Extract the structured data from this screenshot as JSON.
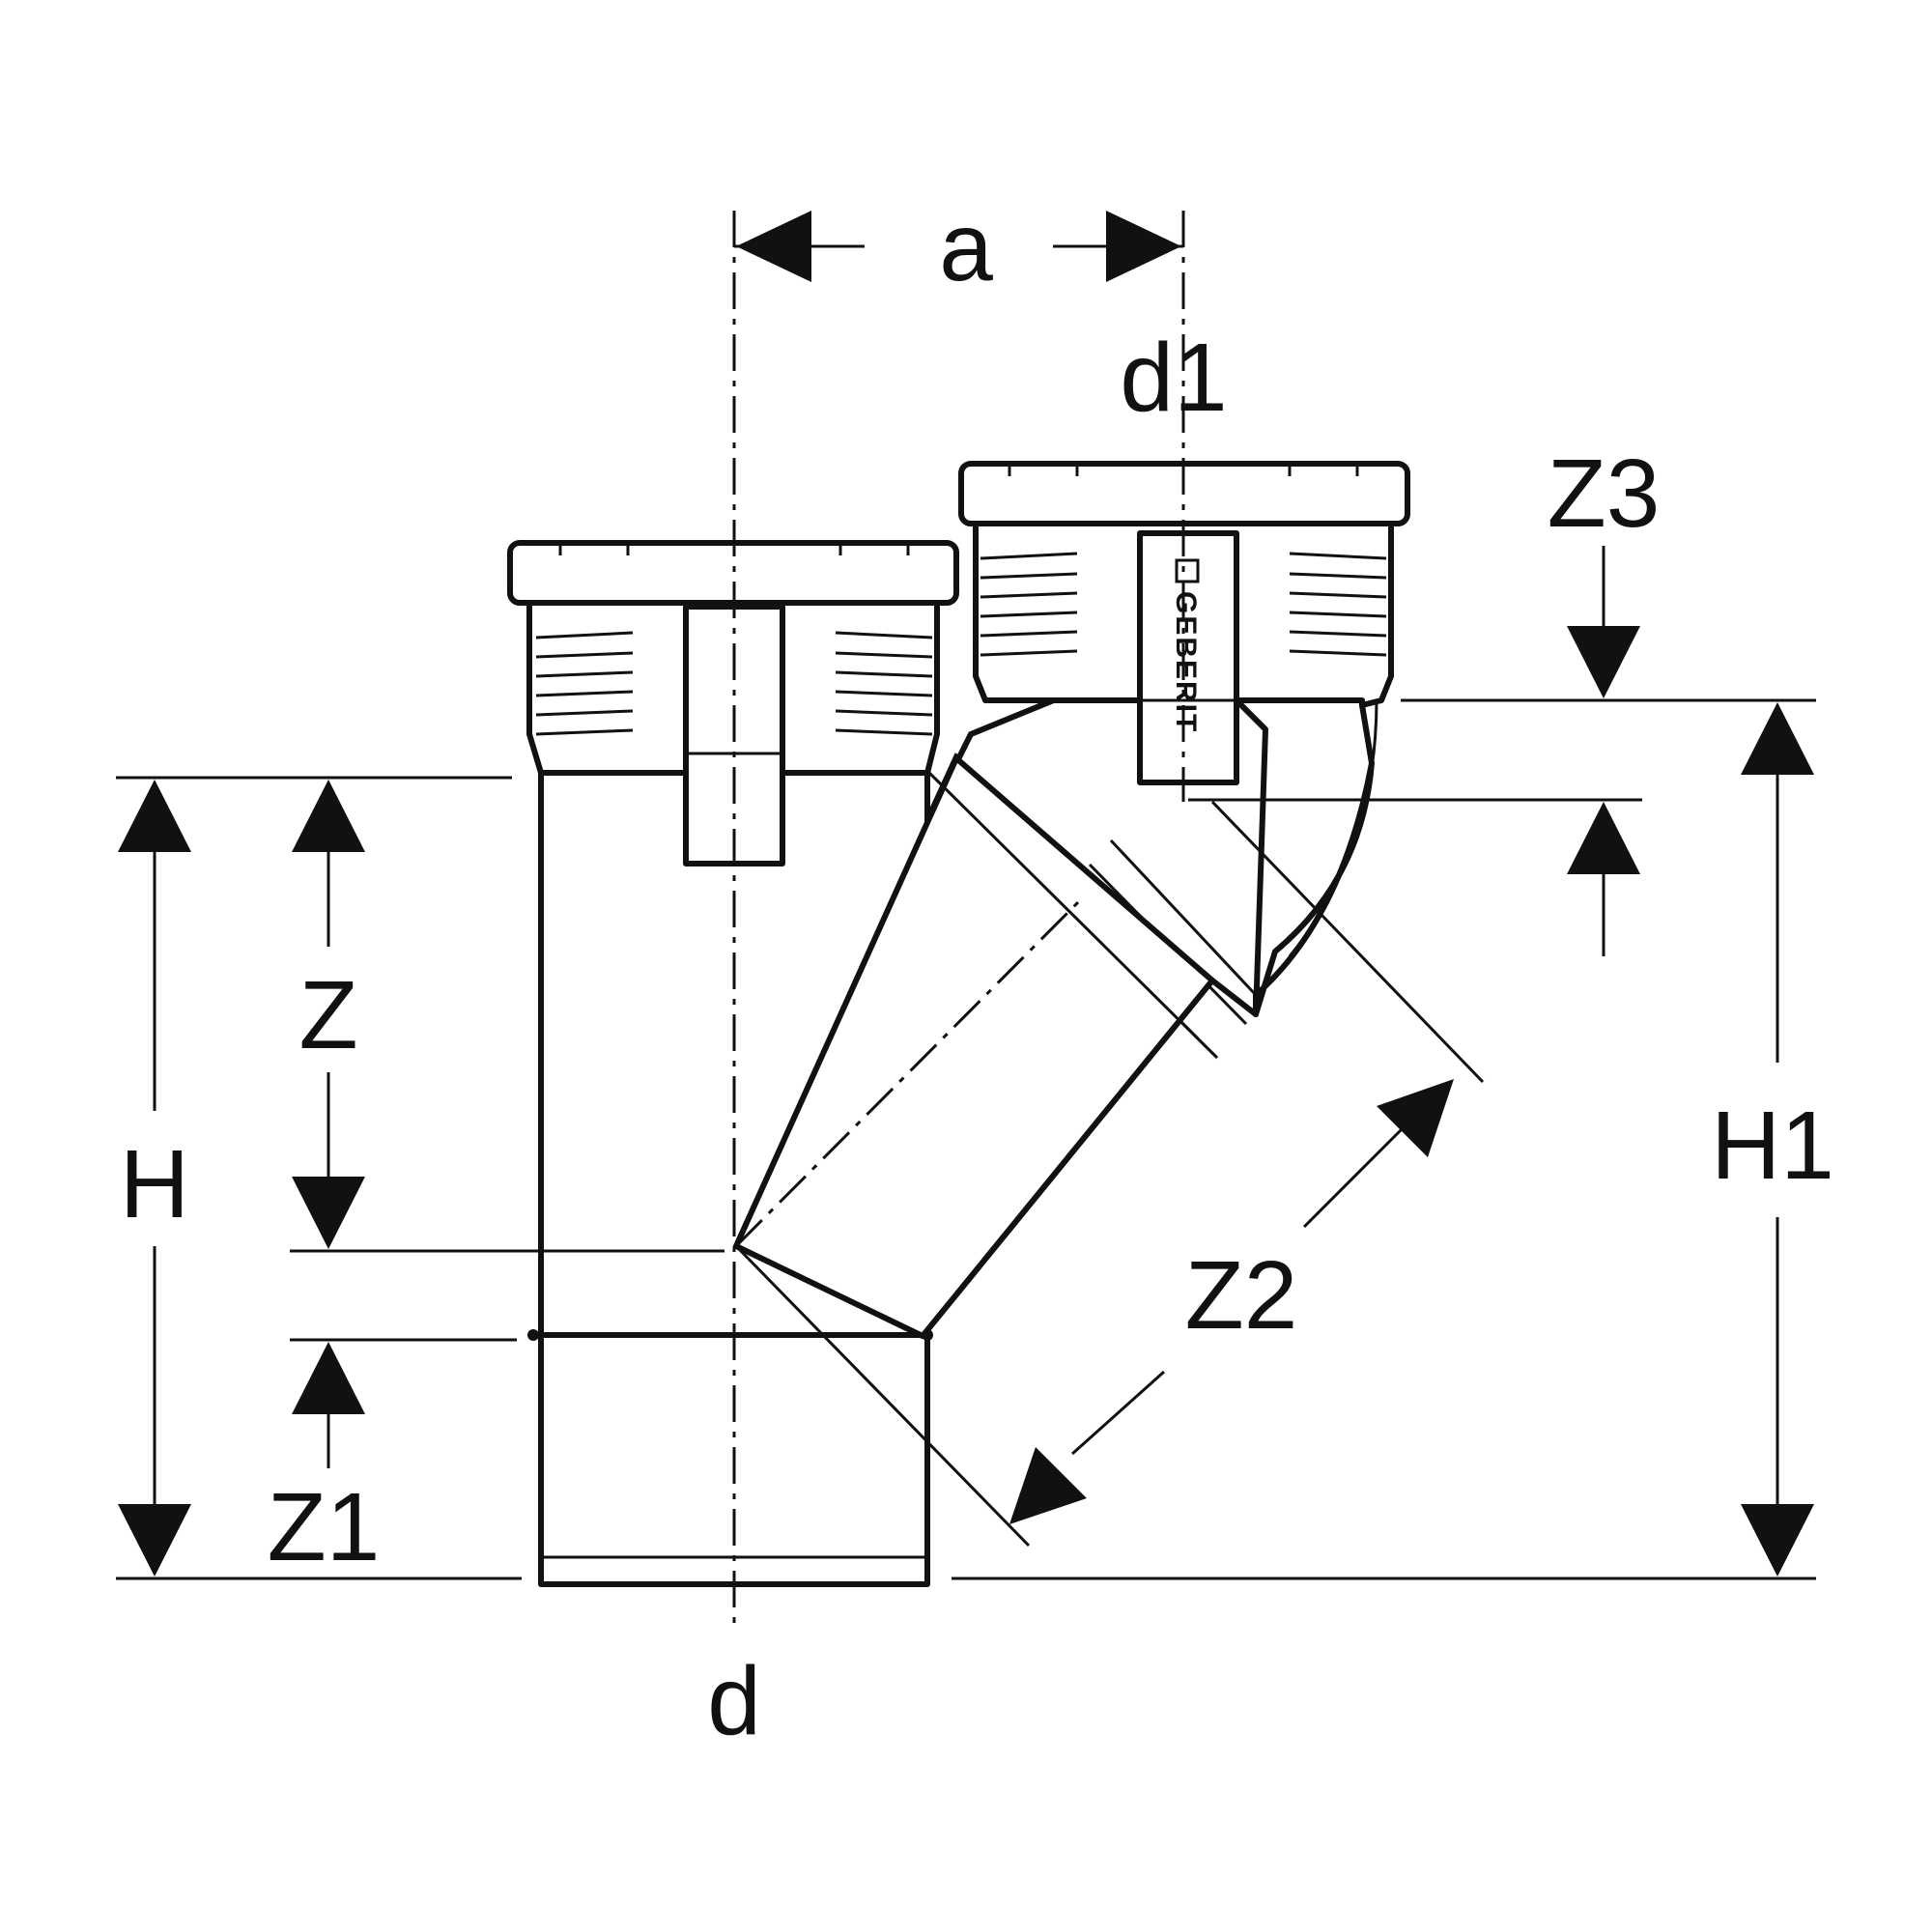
{
  "diagram": {
    "labels": {
      "a": "a",
      "d1": "d1",
      "d": "d",
      "Z": "Z",
      "Z1": "Z1",
      "Z2": "Z2",
      "Z3": "Z3",
      "H": "H",
      "H1": "H1"
    },
    "logo_text": "GEBERIT"
  }
}
